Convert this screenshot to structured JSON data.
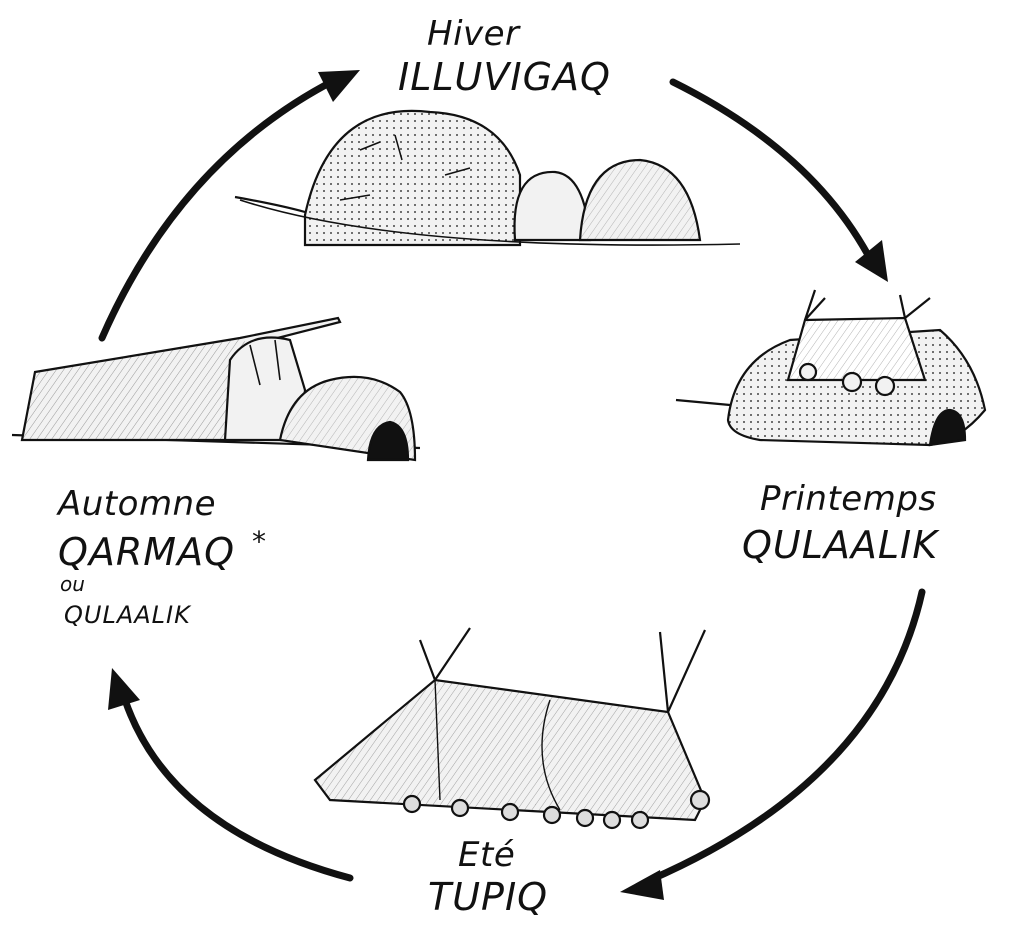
{
  "diagram": {
    "stages": {
      "winter": {
        "season": "Hiver",
        "name": "ILLUVIGAQ"
      },
      "spring": {
        "season": "Printemps",
        "name": "QULAALIK"
      },
      "summer": {
        "season": "Eté",
        "name": "TUPIQ"
      },
      "autumn": {
        "season": "Automne",
        "name": "QARMAQ",
        "asterisk": "*",
        "connector": "ou",
        "alt_name": "QULAALIK"
      }
    },
    "colors": {
      "ink": "#111111",
      "background": "#ffffff",
      "shade": "#e8e8e8"
    }
  }
}
